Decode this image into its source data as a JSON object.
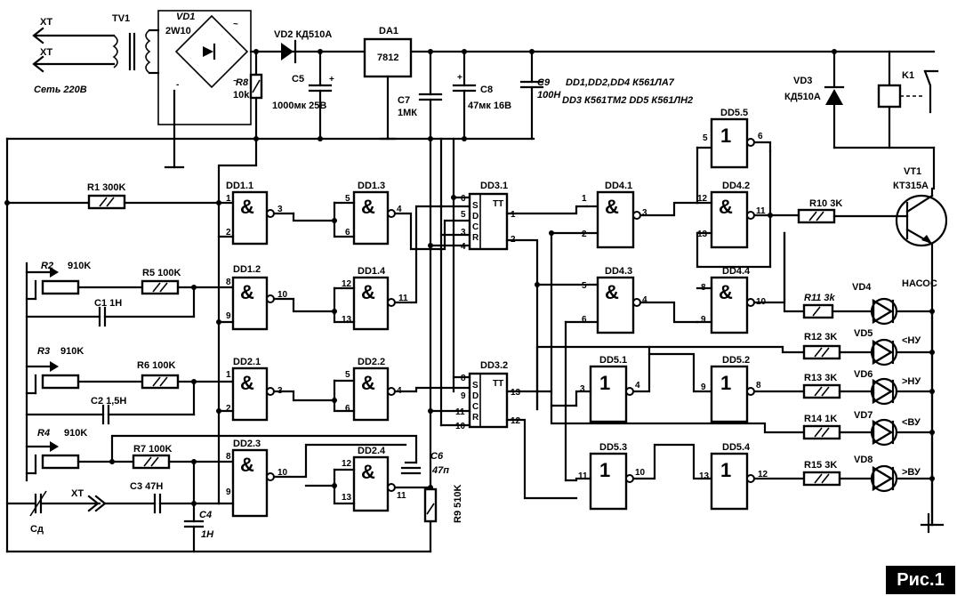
{
  "figure_label": "Рис.1",
  "power": {
    "mains_terminal_1": "XT",
    "mains_terminal_2": "XT",
    "mains_label": "Сеть 220В",
    "transformer": "TV1",
    "bridge_ref": "VD1",
    "bridge_type": "2W10",
    "diode_vd2": "VD2 КД510А",
    "r8_ref": "R8",
    "r8_val": "10k",
    "c5_ref": "C5",
    "c5_val": "1000мк 25В",
    "reg_ref": "DA1",
    "reg_type": "7812",
    "c7_ref": "C7",
    "c7_val": "1МК",
    "c8_ref": "C8",
    "c8_val": "47мк 16В",
    "c9_ref": "C9",
    "c9_val": "100Н"
  },
  "ic_notes": {
    "line1": "DD1,DD2,DD4 К561ЛА7",
    "line2": "DD3 К561ТМ2  DD5 К561ЛН2"
  },
  "relay": {
    "vd3_ref": "VD3",
    "vd3_type": "КД510А",
    "k1_ref": "K1",
    "vt1_ref": "VT1",
    "vt1_type": "КТ315А"
  },
  "resistors": {
    "r1": "R1 300K",
    "r2_ref": "R2",
    "r2_val": "910K",
    "r3_ref": "R3",
    "r3_val": "910K",
    "r4_ref": "R4",
    "r4_val": "910K",
    "r5": "R5 100K",
    "r6": "R6  100K",
    "r7": "R7 100K",
    "r9": "R9 510K",
    "r10": "R10 3K",
    "r11": "R11 3k",
    "r12": "R12  3K",
    "r13": "R13  3K",
    "r14": "R14  1K",
    "r15": "R15  3K"
  },
  "capacitors": {
    "c1": "C1 1Н",
    "c2": "C2  1,5Н",
    "c3": "C3  47Н",
    "c4_ref": "C4",
    "c4_val": "1Н",
    "c6_ref": "C6",
    "c6_val": "47п",
    "cd": "Cд",
    "xt_sensor": "XT"
  },
  "gates": {
    "dd1_1": "DD1.1",
    "dd1_2": "DD1.2",
    "dd1_3": "DD1.3",
    "dd1_4": "DD1.4",
    "dd2_1": "DD2.1",
    "dd2_2": "DD2.2",
    "dd2_3": "DD2.3",
    "dd2_4": "DD2.4",
    "dd3_1": "DD3.1",
    "dd3_2": "DD3.2",
    "dd4_1": "DD4.1",
    "dd4_2": "DD4.2",
    "dd4_3": "DD4.3",
    "dd4_4": "DD4.4",
    "dd5_1": "DD5.1",
    "dd5_2": "DD5.2",
    "dd5_3": "DD5.3",
    "dd5_4": "DD5.4",
    "dd5_5": "DD5.5",
    "and_symbol": "&",
    "inv_symbol": "1",
    "ff_symbol": "TT"
  },
  "leds": {
    "vd4_ref": "VD4",
    "vd4_label": "НАСОС",
    "vd5_ref": "VD5",
    "vd5_label": "<НУ",
    "vd6_ref": "VD6",
    "vd6_label": ">НУ",
    "vd7_ref": "VD7",
    "vd7_label": "<ВУ",
    "vd8_ref": "VD8",
    "vd8_label": ">ВУ"
  }
}
